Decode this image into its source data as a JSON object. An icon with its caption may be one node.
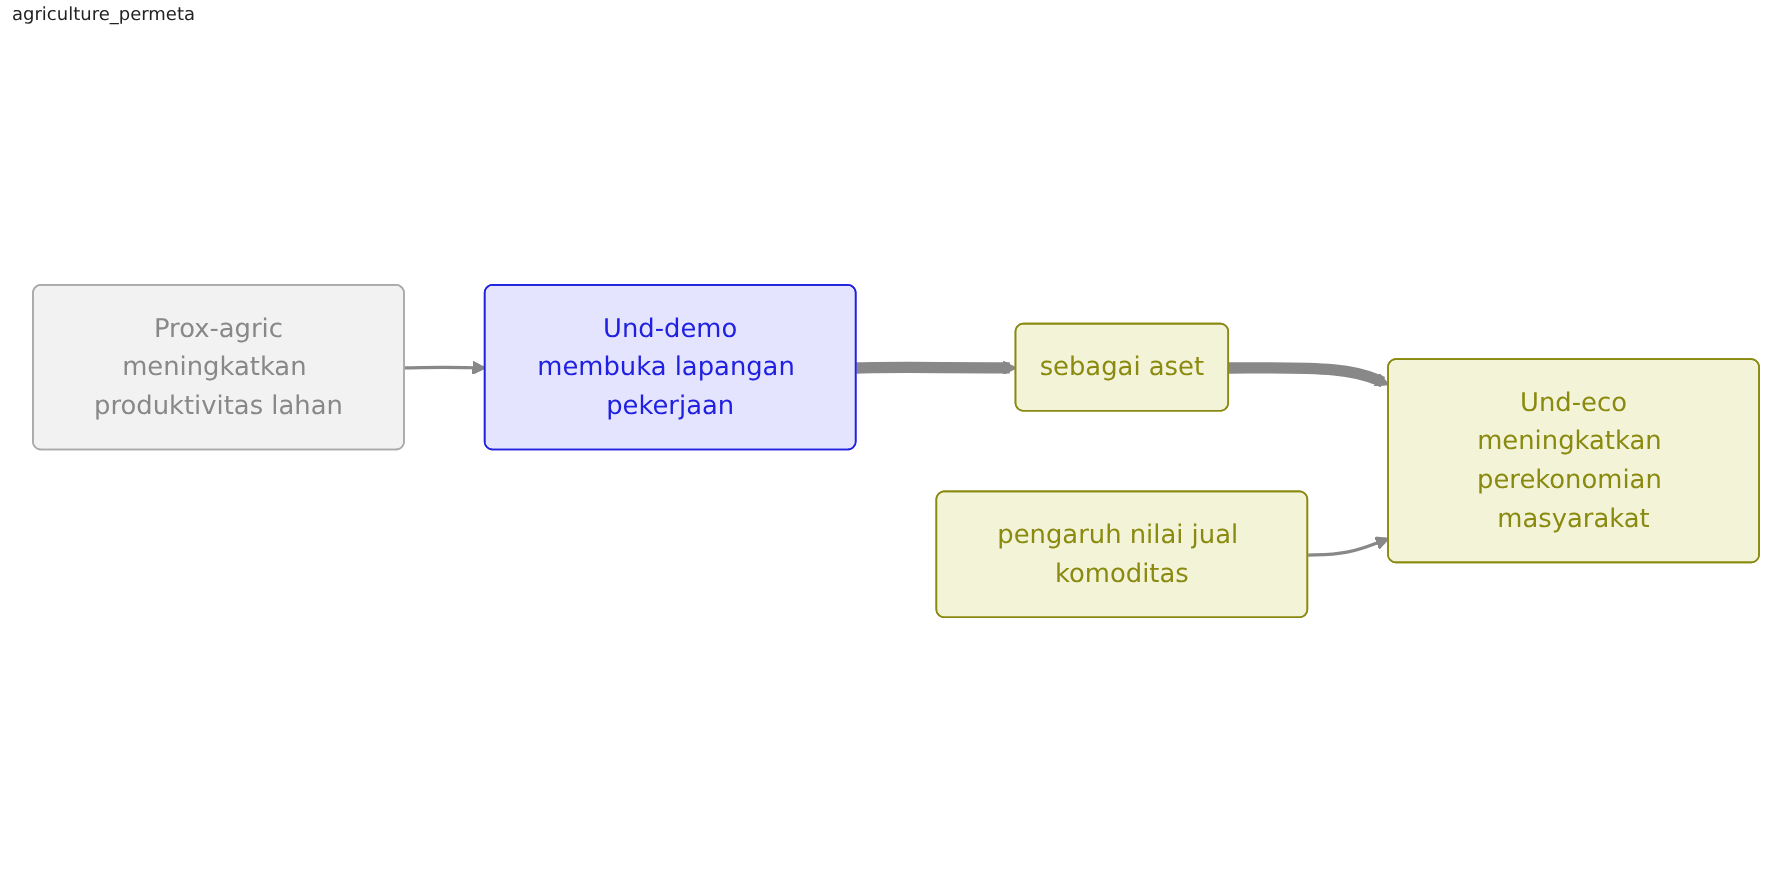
{
  "diagram": {
    "title": "agriculture_permeta",
    "nodes": [
      {
        "text": [
          "sebagai aset"
        ]
      },
      {
        "text": [
          "Und-eco",
          "meningkatkan perekonomian masyarakat"
        ]
      },
      {
        "text": [
          "Prox-agric",
          "meningkatkan produktivitas lahan"
        ]
      },
      {
        "text": [
          "Und-demo",
          "membuka lapangan pekerjaan"
        ]
      },
      {
        "text": [
          "pengaruh nilai jual komoditas"
        ]
      }
    ],
    "edges": [
      {
        "from": 0,
        "to": 1,
        "arrow": "to",
        "style": "thick"
      },
      {
        "from": 3,
        "to": 0,
        "arrow": "to",
        "style": "thick"
      },
      {
        "from": 2,
        "to": 3,
        "arrow": "to"
      },
      {
        "from": 4,
        "to": 1,
        "arrow": "to"
      }
    ]
  }
}
